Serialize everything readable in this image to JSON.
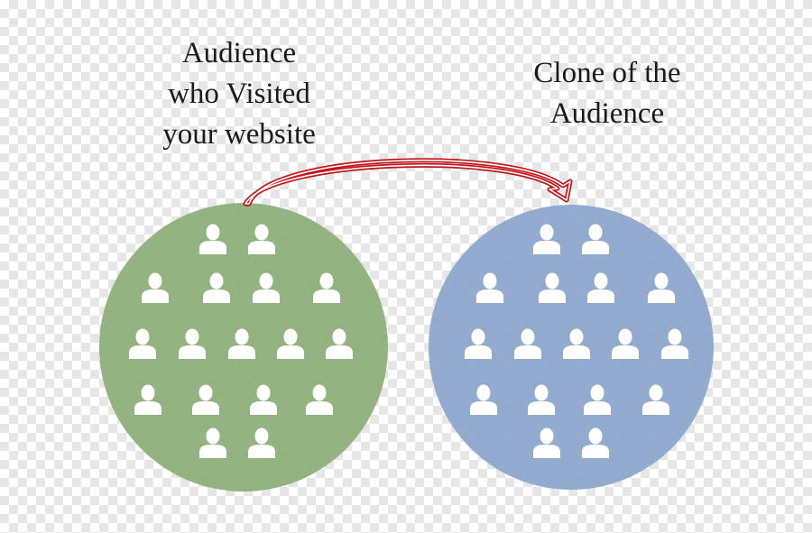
{
  "source_group": {
    "label_lines": [
      "Audience",
      "who Visited",
      "your website"
    ],
    "color": "#8fb07c",
    "people_rows": [
      2,
      4,
      5,
      4,
      2
    ]
  },
  "clone_group": {
    "label_lines": [
      "Clone of the",
      "Audience"
    ],
    "color": "#8fa8cc",
    "people_rows": [
      2,
      4,
      5,
      4,
      2
    ]
  },
  "person_icon": "person-icon",
  "arrow": {
    "color": "#c0161b",
    "direction": "source-to-clone"
  }
}
